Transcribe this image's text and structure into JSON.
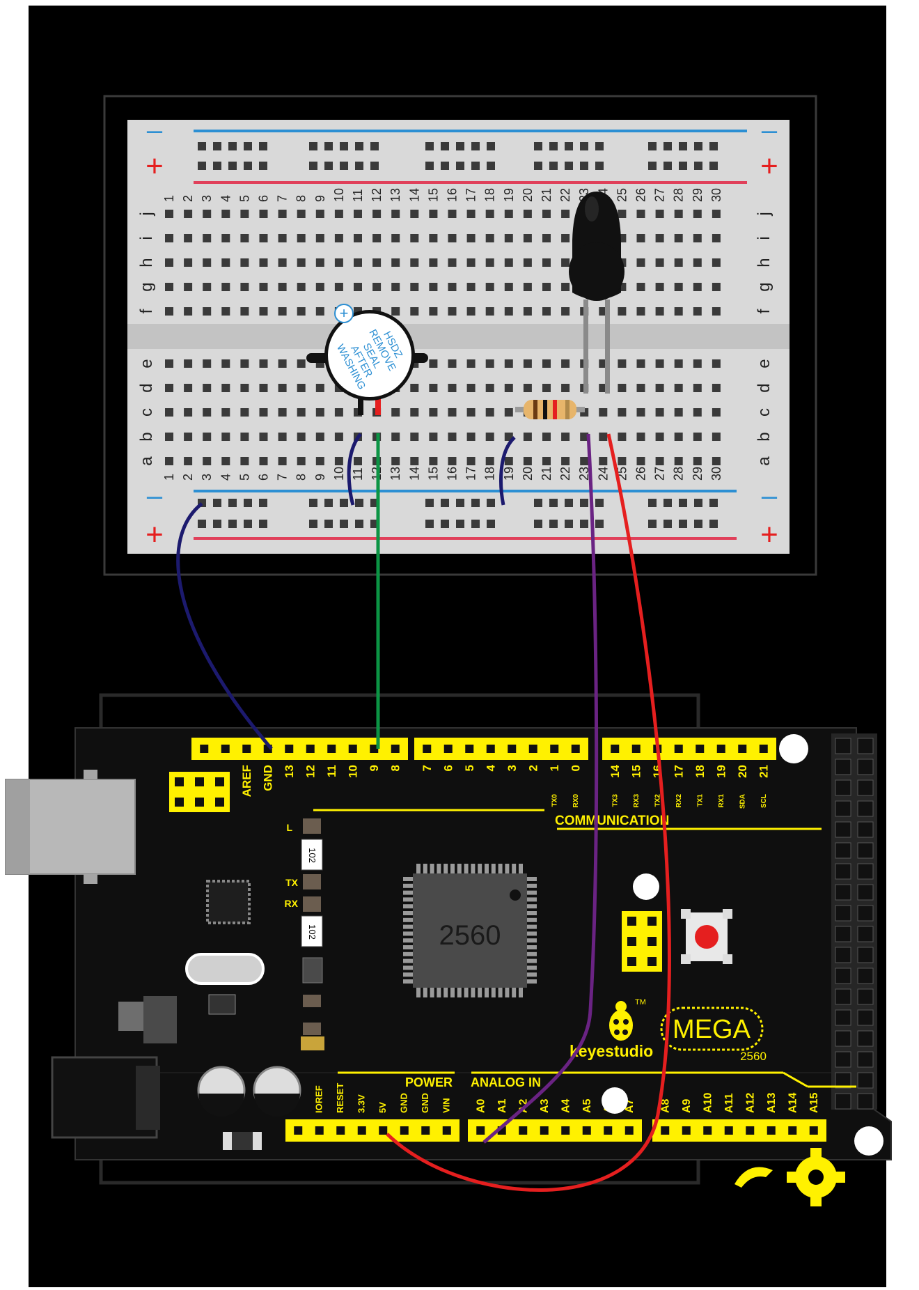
{
  "breadboard": {
    "column_numbers": [
      "1",
      "2",
      "3",
      "4",
      "5",
      "6",
      "7",
      "8",
      "9",
      "10",
      "11",
      "12",
      "13",
      "14",
      "15",
      "16",
      "17",
      "18",
      "19",
      "20",
      "21",
      "22",
      "23",
      "24",
      "25",
      "26",
      "27",
      "28",
      "29",
      "30"
    ],
    "row_letters_top": [
      "j",
      "i",
      "h",
      "g",
      "f"
    ],
    "row_letters_bottom": [
      "e",
      "d",
      "c",
      "b",
      "a"
    ],
    "rail_minus": "–",
    "rail_plus": "+"
  },
  "buzzer": {
    "label_lines": [
      "HSDZ",
      "REMOVE",
      "SEAL",
      "AFTER",
      "WASHING"
    ],
    "polarity": "+"
  },
  "board": {
    "brand": "keyestudio",
    "trademark": "TM",
    "model": "MEGA",
    "model_number": "2560",
    "chip_label": "2560",
    "resistor_code": "102",
    "digital_pins_1": [
      "AREF",
      "GND",
      "13",
      "12",
      "11",
      "10",
      "9",
      "8"
    ],
    "digital_pins_2": [
      "7",
      "6",
      "5",
      "4",
      "3",
      "2",
      "1",
      "0"
    ],
    "digital_pins_3": [
      "14",
      "15",
      "16",
      "17",
      "18",
      "19",
      "20",
      "21"
    ],
    "digital_sub_2": [
      "",
      "",
      "",
      "",
      "",
      "",
      "TX0",
      "RX0"
    ],
    "digital_sub_3": [
      "TX3",
      "RX3",
      "TX2",
      "RX2",
      "TX1",
      "RX1",
      "SDA",
      "SCL"
    ],
    "communication_label": "COMMUNICATION",
    "led_labels": [
      "L",
      "TX",
      "RX"
    ],
    "power_label": "POWER",
    "power_pins": [
      "IOREF",
      "RESET",
      "3.3V",
      "5V",
      "GND",
      "GND",
      "VIN"
    ],
    "analog_label": "ANALOG IN",
    "analog_pins_1": [
      "A0",
      "A1",
      "A2",
      "A3",
      "A4",
      "A5",
      "A6",
      "A7"
    ],
    "analog_pins_2": [
      "A8",
      "A9",
      "A10",
      "A11",
      "A12",
      "A13",
      "A14",
      "A15"
    ]
  },
  "colors": {
    "background": "#000000",
    "breadboard": "#d9d9d9",
    "header_yellow": "#fff100",
    "wire_blue": "#1c1a6e",
    "wire_green": "#0b9444",
    "wire_purple": "#6a2383",
    "wire_red": "#e51f1f",
    "rail_red": "#e0405a",
    "rail_blue": "#2c8fd3"
  }
}
